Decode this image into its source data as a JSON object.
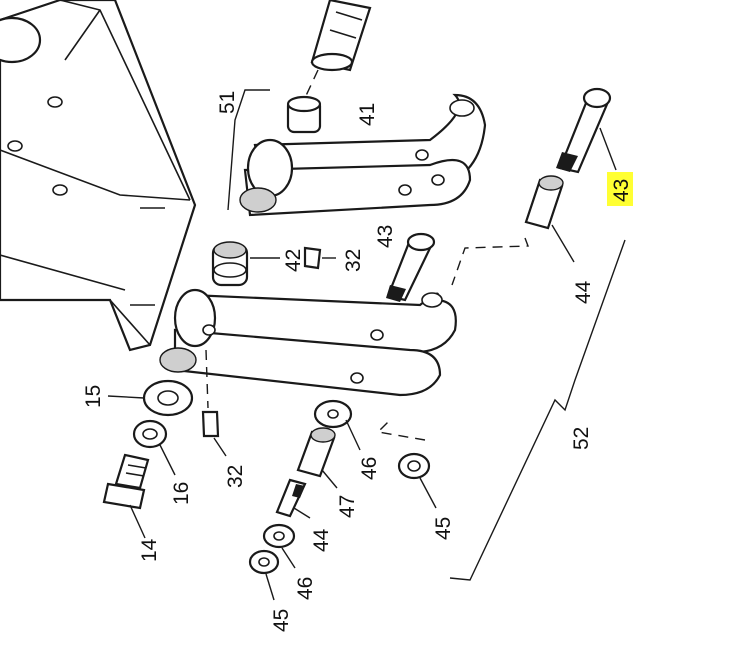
{
  "labels": {
    "l51": "51",
    "l41": "41",
    "l42": "42",
    "l32a": "32",
    "l43a": "43",
    "l43b": "43",
    "l44a": "44",
    "l15": "15",
    "l16": "16",
    "l14": "14",
    "l32b": "32",
    "l46a": "46",
    "l47": "47",
    "l44b": "44",
    "l45a": "45",
    "l46b": "46",
    "l45b": "45",
    "l52": "52"
  },
  "highlight": {
    "label": "43",
    "color": "#ffff33"
  }
}
